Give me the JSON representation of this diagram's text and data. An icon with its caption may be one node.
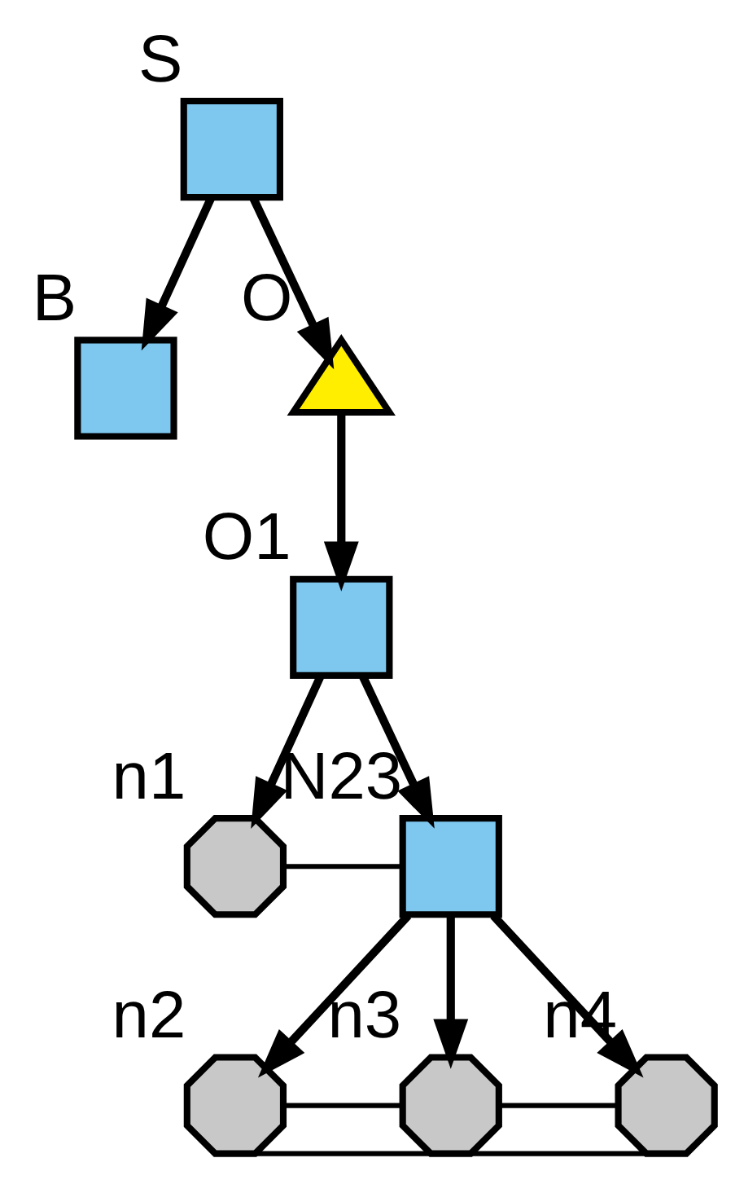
{
  "diagram": {
    "nodes": [
      {
        "text": [],
        "shape": "box",
        "beside": [
          "S"
        ]
      },
      {
        "text": [],
        "shape": "box",
        "beside": [
          "B"
        ]
      },
      {
        "text": [],
        "shape": "triangle",
        "beside": [
          "O"
        ]
      },
      {
        "text": [],
        "shape": "box",
        "beside": [
          "O1"
        ]
      },
      {
        "text": [],
        "shape": "octagon",
        "beside": [
          "n1"
        ]
      },
      {
        "text": [],
        "shape": "box",
        "beside": [
          "N23"
        ]
      },
      {
        "text": [],
        "shape": "octagon",
        "beside": [
          "n2"
        ]
      },
      {
        "text": [],
        "shape": "octagon",
        "beside": [
          "n3"
        ]
      },
      {
        "text": [],
        "shape": "octagon",
        "beside": [
          "n4"
        ]
      }
    ],
    "edges": [
      {
        "from": 0,
        "to": 1,
        "arrow": "to"
      },
      {
        "from": 0,
        "to": 2,
        "arrow": "to"
      },
      {
        "from": 2,
        "to": 3,
        "arrow": "to"
      },
      {
        "from": 3,
        "to": 4,
        "arrow": "to"
      },
      {
        "from": 3,
        "to": 5,
        "arrow": "to"
      },
      {
        "from": 4,
        "to": 5,
        "arrow": "none"
      },
      {
        "from": 5,
        "to": 6,
        "arrow": "to"
      },
      {
        "from": 5,
        "to": 7,
        "arrow": "to"
      },
      {
        "from": 5,
        "to": 8,
        "arrow": "to"
      },
      {
        "from": 6,
        "to": 7,
        "arrow": "none"
      },
      {
        "from": 7,
        "to": 8,
        "arrow": "none"
      },
      {
        "from": 6,
        "to": 8,
        "arrow": "none"
      }
    ]
  }
}
